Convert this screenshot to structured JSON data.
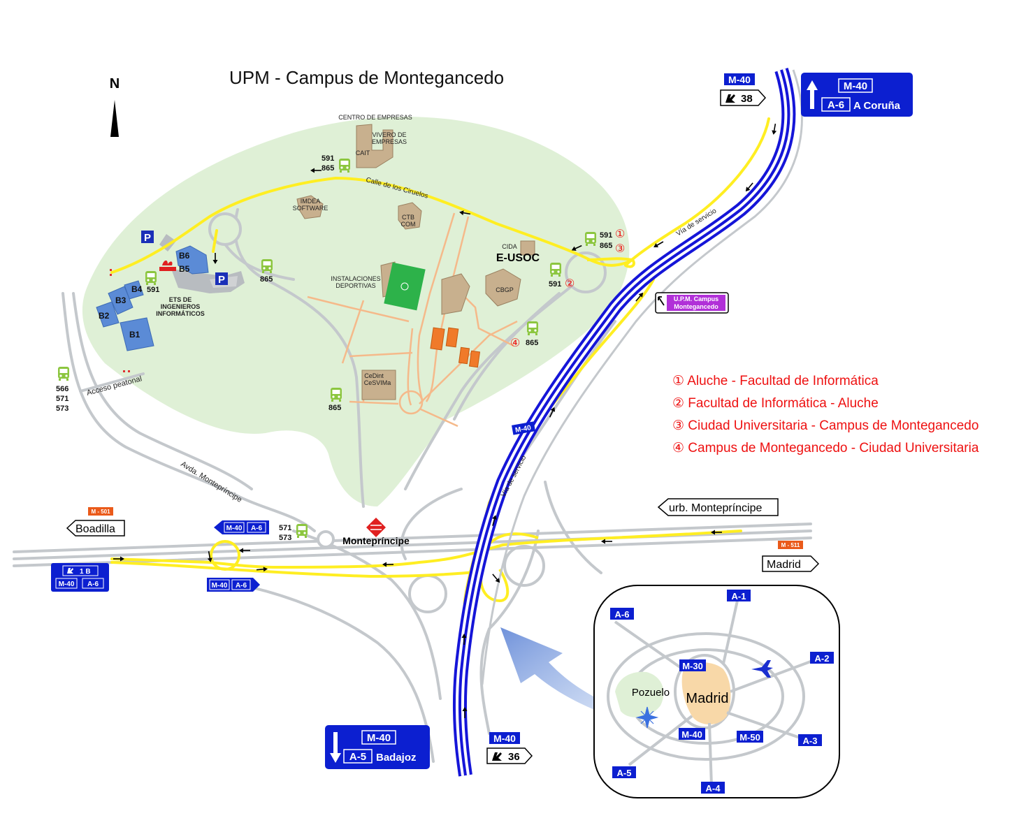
{
  "title": "UPM - Campus de Montegancedo",
  "compass": {
    "label": "N"
  },
  "buildings": {
    "centro_empresas": "CENTRO DE EMPRESAS",
    "vivero_1": "VIVERO DE",
    "vivero_2": "EMPRESAS",
    "cait": "CAIT",
    "imdea_1": "IMDEA",
    "imdea_2": "SOFTWARE",
    "ctb_1": "CTB",
    "ctb_2": "COM",
    "cida": "CIDA",
    "eusoc": "E-USOC",
    "cbgp": "CBGP",
    "instalaciones_1": "INSTALACIONES",
    "instalaciones_2": "DEPORTIVAS",
    "cedint_1": "CeDint",
    "cedint_2": "CeSVIMa",
    "ets_1": "ETS DE",
    "ets_2": "INGENIEROS",
    "ets_3": "INFORMÁTICOS",
    "b1": "B1",
    "b2": "B2",
    "b3": "B3",
    "b4": "B4",
    "b5": "B5",
    "b6": "B6"
  },
  "parking": "P",
  "bus_stops": {
    "cait_1": "591",
    "cait_2": "865",
    "entrance_1": "591",
    "entrance_2": "865",
    "entrance_n1": "①",
    "entrance_n3": "③",
    "b4": "591",
    "center": "865",
    "eusoc": "591",
    "eusoc_n2": "②",
    "sport": "865",
    "sport_n4": "④",
    "cedint": "865",
    "west_1": "566",
    "west_2": "571",
    "west_3": "573",
    "avda_1": "571",
    "avda_2": "573"
  },
  "roads": {
    "ciruelos": "Calle de los Ciruelos",
    "servicio_1": "Vía de servicio",
    "servicio_2": "Vía de servicio",
    "acceso": "Acceso peatonal",
    "avda": "Avda. Montepríncipe"
  },
  "signs": {
    "m40_top": "M-40",
    "exit_38": "38",
    "north_m40": "M-40",
    "north_a6": "A-6",
    "north_dest": "A Coruña",
    "upm_1": "U.P.M. Campus",
    "upm_2": "Montegancedo",
    "m501": "M - 501",
    "boadilla": "Boadilla",
    "m40_a6_a": "M-40",
    "a6_a": "A-6",
    "exit_1b": "1 B",
    "m40_b": "M-40",
    "a6_b": "A-6",
    "m40_c": "M-40",
    "a6_c": "A-6",
    "urb": "urb. Montepríncipe",
    "m511": "M - 511",
    "madrid": "Madrid",
    "m40_mid": "M-40",
    "south_m40": "M-40",
    "south_a5": "A-5",
    "south_dest": "Badajoz",
    "m40_bottom": "M-40",
    "exit_36": "36",
    "metro": "Montepríncipe"
  },
  "legend": [
    "① Aluche - Facultad de Informática",
    "② Facultad de Informática - Aluche",
    "③ Ciudad Universitaria - Campus de Montegancedo",
    "④ Campus de Montegancedo - Ciudad Universitaria"
  ],
  "inset": {
    "a1": "A-1",
    "a2": "A-2",
    "a3": "A-3",
    "a4": "A-4",
    "a5": "A-5",
    "a6": "A-6",
    "m30": "M-30",
    "m40": "M-40",
    "m50": "M-50",
    "pozuelo": "Pozuelo",
    "madrid": "Madrid"
  },
  "colors": {
    "campus": "#dff0d6",
    "yellow_road": "#ffee22",
    "highway": "#1515d8",
    "grey_road": "#c4c8cc",
    "path": "#f5b98a",
    "building": "#c8b08e",
    "faculty": "#5b8bd6",
    "sign_blue": "#0c1fd0",
    "legend_red": "#ee1111",
    "bus_green": "#8cc63f",
    "sport": "#f07a2a",
    "madrid_fill": "#f8d8a8"
  }
}
